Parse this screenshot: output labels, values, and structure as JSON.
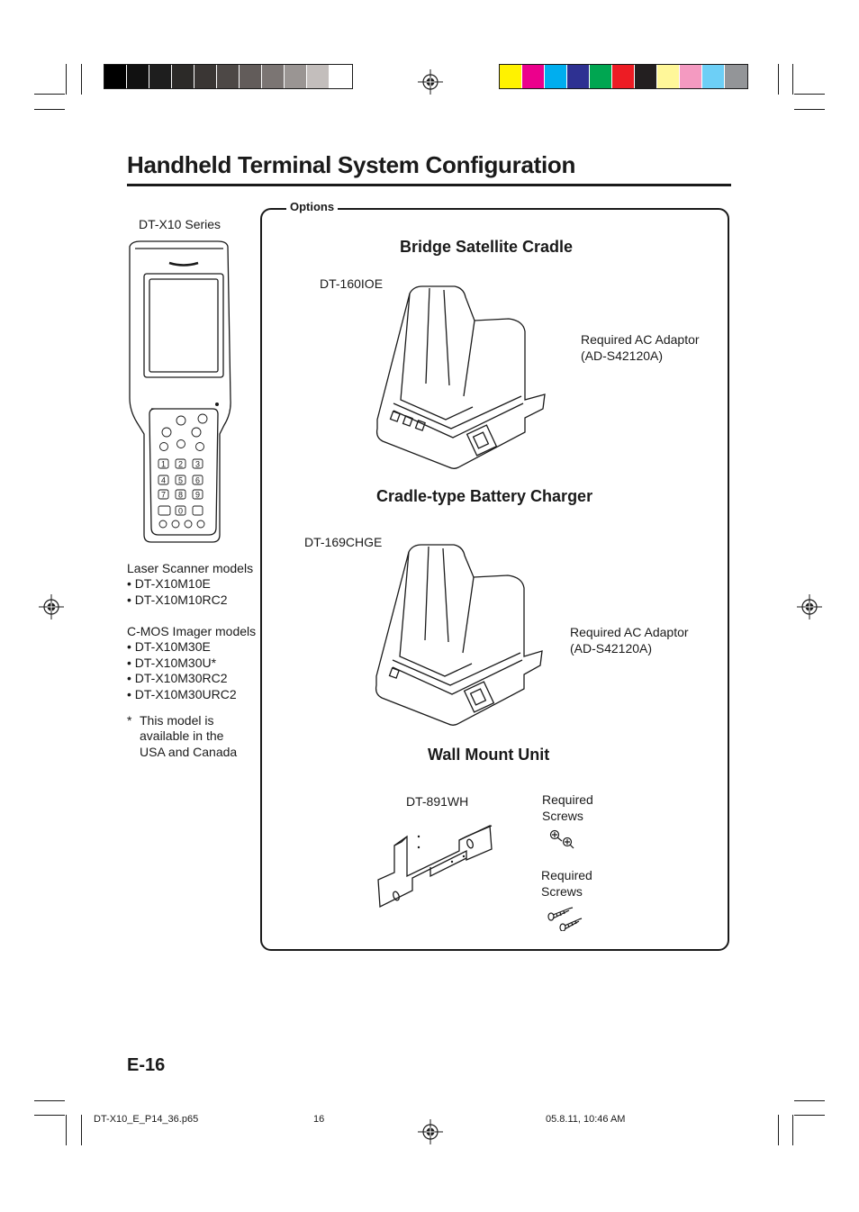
{
  "registration": {
    "gray_bar": [
      "#000000",
      "#111111",
      "#1e1e1e",
      "#2c2a28",
      "#3a3634",
      "#4d4846",
      "#625c5a",
      "#7b7573",
      "#9a9593",
      "#c3bebc",
      "#ffffff"
    ],
    "color_bar": [
      "#fff200",
      "#ec008c",
      "#00aeef",
      "#2e3192",
      "#00a651",
      "#ed1c24",
      "#231f20",
      "#fff799",
      "#f49ac1",
      "#6dcff6",
      "#939598"
    ]
  },
  "page_title": "Handheld Terminal System Configuration",
  "terminal": {
    "series_label": "DT-X10 Series",
    "laser_heading": "Laser Scanner models",
    "laser_models": [
      "• DT-X10M10E",
      "• DT-X10M10RC2"
    ],
    "cmos_heading": "C-MOS Imager models",
    "cmos_models": [
      "• DT-X10M30E",
      "• DT-X10M30U*",
      "• DT-X10M30RC2",
      "• DT-X10M30URC2"
    ],
    "note_star": "*",
    "note_lines": [
      "This model is",
      "available in the",
      "USA and Canada"
    ]
  },
  "options": {
    "label": "Options",
    "cradle": {
      "title": "Bridge Satellite Cradle",
      "model": "DT-160IOE",
      "adaptor_line1": "Required AC Adaptor",
      "adaptor_line2": "(AD-S42120A)"
    },
    "charger": {
      "title": "Cradle-type Battery Charger",
      "model": "DT-169CHGE",
      "adaptor_line1": "Required AC Adaptor",
      "adaptor_line2": "(AD-S42120A)"
    },
    "wall": {
      "title": "Wall Mount Unit",
      "model": "DT-891WH",
      "screws1_line1": "Required",
      "screws1_line2": "Screws",
      "screws2_line1": "Required",
      "screws2_line2": "Screws"
    }
  },
  "page_number": "E-16",
  "footer": {
    "file": "DT-X10_E_P14_36.p65",
    "page": "16",
    "date": "05.8.11, 10:46 AM"
  }
}
